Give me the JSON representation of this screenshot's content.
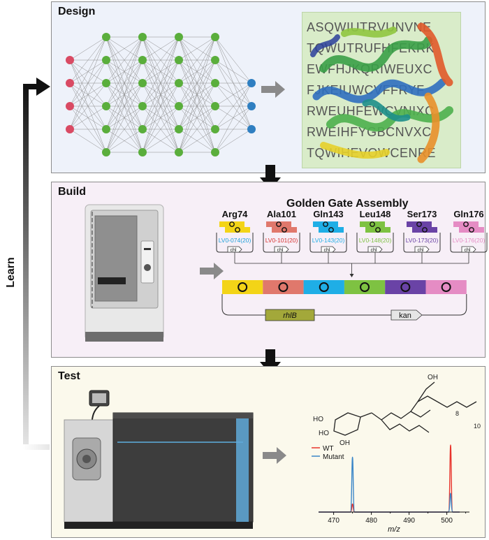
{
  "learn": {
    "label": "Learn"
  },
  "design": {
    "title": "Design",
    "protein_letters": [
      "ASQWIUTRVUNVNE",
      "TQWUTRUFHFEKRK",
      "EWFHJKQRIWEUXC",
      "FJKEIUWCVFFRYF",
      "RWEUHFEWCVNIXC",
      "RWEIHFYGBCNVXC",
      "TQWIHEVOWCENRE"
    ]
  },
  "build": {
    "title": "Build",
    "assembly_title": "Golden Gate Assembly",
    "parts": [
      {
        "name": "Arg74",
        "code": "LV0-074(20)",
        "color": "#f3d417",
        "text_color": "#1fa0d8"
      },
      {
        "name": "Ala101",
        "code": "LV0-101(20)",
        "color": "#e0786c",
        "text_color": "#d6312f"
      },
      {
        "name": "Gln143",
        "code": "LV0-143(20)",
        "color": "#1faee6",
        "text_color": "#1faee6"
      },
      {
        "name": "Leu148",
        "code": "LV0-148(20)",
        "color": "#7ec242",
        "text_color": "#7ec242"
      },
      {
        "name": "Ser173",
        "code": "LV0-173(20)",
        "color": "#6a43a6",
        "text_color": "#6a43a6"
      },
      {
        "name": "Gln176",
        "code": "LV0-176(20)",
        "color": "#e58cc4",
        "text_color": "#e58cc4"
      }
    ],
    "chl_label": "chl",
    "gene_label": "rhlB",
    "kan_label": "kan"
  },
  "test": {
    "title": "Test",
    "molecule_labels": {
      "ho_left": "HO",
      "ho_ring": "HO",
      "oh_ring": "OH",
      "oh_top": "OH",
      "num8": "8",
      "num10": "10"
    },
    "legend": [
      {
        "name": "WT",
        "color": "#e8342c"
      },
      {
        "name": "Mutant",
        "color": "#3a86c8"
      }
    ],
    "chart_data": {
      "type": "line",
      "xlabel": "m/z",
      "xlim": [
        466,
        506
      ],
      "xticks": [
        470,
        480,
        490,
        500
      ],
      "ylim": [
        0,
        1
      ],
      "series": [
        {
          "name": "WT",
          "color": "#e8342c",
          "points": [
            [
              475,
              0.12
            ],
            [
              501,
              1.0
            ]
          ]
        },
        {
          "name": "Mutant",
          "color": "#3a86c8",
          "points": [
            [
              475,
              0.82
            ],
            [
              501,
              0.28
            ]
          ]
        }
      ]
    }
  }
}
